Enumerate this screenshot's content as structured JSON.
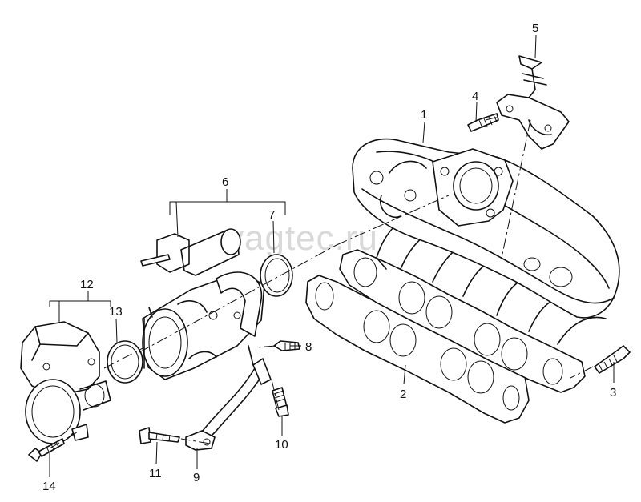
{
  "watermark": "vagtec.ru",
  "callouts": [
    {
      "id": "1",
      "text": "1"
    },
    {
      "id": "2",
      "text": "2"
    },
    {
      "id": "3",
      "text": "3"
    },
    {
      "id": "4",
      "text": "4"
    },
    {
      "id": "5",
      "text": "5"
    },
    {
      "id": "6",
      "text": "6"
    },
    {
      "id": "7",
      "text": "7"
    },
    {
      "id": "8",
      "text": "8"
    },
    {
      "id": "9",
      "text": "9"
    },
    {
      "id": "10",
      "text": "10"
    },
    {
      "id": "11",
      "text": "11"
    },
    {
      "id": "12",
      "text": "12"
    },
    {
      "id": "13",
      "text": "13"
    },
    {
      "id": "14",
      "text": "14"
    }
  ]
}
